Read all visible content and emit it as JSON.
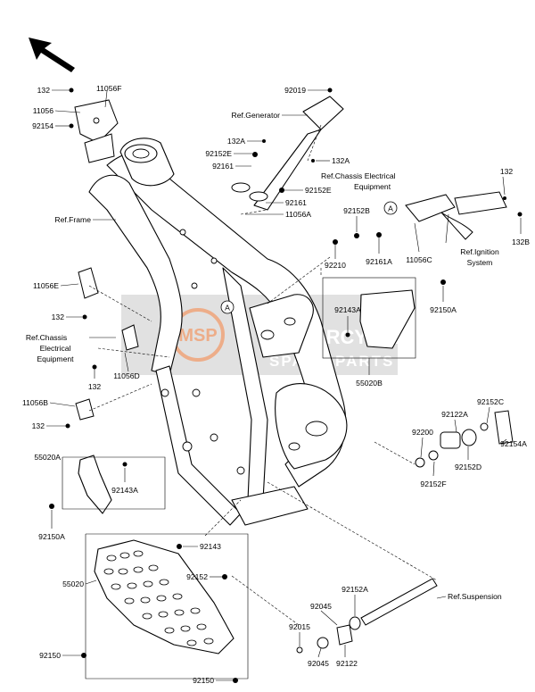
{
  "watermark": {
    "name_line1": "MOTORCYCLE",
    "name_line2": "SPARE PARTS",
    "badge": "MSP"
  },
  "markers": {
    "a": "A"
  },
  "labels": {
    "p132_a": "132",
    "p11056F": "11056F",
    "p11056": "11056",
    "p92154": "92154",
    "p92019": "92019",
    "ref_generator": "Ref.Generator",
    "p132A_a": "132A",
    "p92152E_a": "92152E",
    "p92161_a": "92161",
    "p132A_b": "132A",
    "ref_chassis_elec_1": "Ref.Chassis Electrical",
    "ref_chassis_elec_2": "Equipment",
    "p92152E_b": "92152E",
    "p92161_b": "92161",
    "p11056A": "11056A",
    "ref_frame": "Ref.Frame",
    "p132_b": "132",
    "p92152B": "92152B",
    "p132B": "132B",
    "p92210": "92210",
    "p92161A": "92161A",
    "p11056C": "11056C",
    "ref_ignition_1": "Ref.Ignition",
    "ref_ignition_2": "System",
    "p11056E": "11056E",
    "p132_c": "132",
    "ref_chassis_elec2_1": "Ref.Chassis",
    "ref_chassis_elec2_2": "Electrical",
    "ref_chassis_elec2_3": "Equipment",
    "p132_d": "132",
    "p11056D": "11056D",
    "p11056B": "11056B",
    "p132_e": "132",
    "p92143A_a": "92143A",
    "p92150A_a": "92150A",
    "p55020B": "55020B",
    "p92152C": "92152C",
    "p92122A": "92122A",
    "p92200": "92200",
    "p92154A": "92154A",
    "p92152D": "92152D",
    "p92152F": "92152F",
    "p55020A": "55020A",
    "p92143A_b": "92143A",
    "p92150A_b": "92150A",
    "p92143": "92143",
    "p55020": "55020",
    "p92152": "92152",
    "p92152A": "92152A",
    "ref_suspension": "Ref.Suspension",
    "p92045_a": "92045",
    "p92015": "92015",
    "p92150_a": "92150",
    "p92045_b": "92045",
    "p92122": "92122",
    "p92150_b": "92150"
  }
}
